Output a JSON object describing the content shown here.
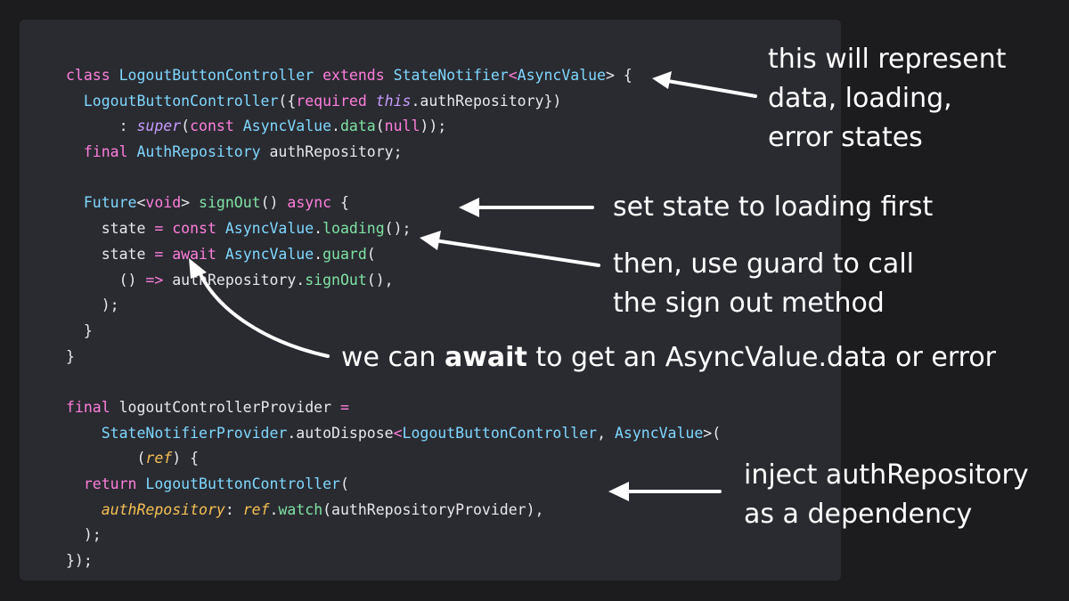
{
  "code_lines": [
    [
      {
        "t": "class ",
        "k": "keyword"
      },
      {
        "t": "LogoutButtonController ",
        "k": "type"
      },
      {
        "t": "extends ",
        "k": "keyword"
      },
      {
        "t": "StateNotifier",
        "k": "type"
      },
      {
        "t": "<",
        "k": "keyword"
      },
      {
        "t": "AsyncValue",
        "k": "type"
      },
      {
        "t": "> {",
        "k": "plain"
      }
    ],
    [
      {
        "t": "  ",
        "k": "plain"
      },
      {
        "t": "LogoutButtonController",
        "k": "type"
      },
      {
        "t": "({",
        "k": "plain"
      },
      {
        "t": "required ",
        "k": "keyword"
      },
      {
        "t": "this",
        "k": "this"
      },
      {
        "t": ".authRepository})",
        "k": "plain"
      }
    ],
    [
      {
        "t": "      : ",
        "k": "plain"
      },
      {
        "t": "super",
        "k": "this"
      },
      {
        "t": "(",
        "k": "plain"
      },
      {
        "t": "const ",
        "k": "keyword"
      },
      {
        "t": "AsyncValue",
        "k": "type"
      },
      {
        "t": ".",
        "k": "plain"
      },
      {
        "t": "data",
        "k": "func"
      },
      {
        "t": "(",
        "k": "plain"
      },
      {
        "t": "null",
        "k": "keyword"
      },
      {
        "t": "));",
        "k": "plain"
      }
    ],
    [
      {
        "t": "  ",
        "k": "plain"
      },
      {
        "t": "final ",
        "k": "keyword"
      },
      {
        "t": "AuthRepository ",
        "k": "type"
      },
      {
        "t": "authRepository;",
        "k": "plain"
      }
    ],
    [],
    [
      {
        "t": "  ",
        "k": "plain"
      },
      {
        "t": "Future",
        "k": "type"
      },
      {
        "t": "<",
        "k": "plain"
      },
      {
        "t": "void",
        "k": "keyword"
      },
      {
        "t": "> ",
        "k": "plain"
      },
      {
        "t": "signOut",
        "k": "func"
      },
      {
        "t": "() ",
        "k": "plain"
      },
      {
        "t": "async ",
        "k": "keyword"
      },
      {
        "t": "{",
        "k": "plain"
      }
    ],
    [
      {
        "t": "    state ",
        "k": "plain"
      },
      {
        "t": "= const ",
        "k": "keyword"
      },
      {
        "t": "AsyncValue",
        "k": "type"
      },
      {
        "t": ".",
        "k": "plain"
      },
      {
        "t": "loading",
        "k": "func"
      },
      {
        "t": "();",
        "k": "plain"
      }
    ],
    [
      {
        "t": "    state ",
        "k": "plain"
      },
      {
        "t": "= await ",
        "k": "keyword"
      },
      {
        "t": "AsyncValue",
        "k": "type"
      },
      {
        "t": ".",
        "k": "plain"
      },
      {
        "t": "guard",
        "k": "func"
      },
      {
        "t": "(",
        "k": "plain"
      }
    ],
    [
      {
        "t": "      () ",
        "k": "plain"
      },
      {
        "t": "=> ",
        "k": "keyword"
      },
      {
        "t": "authRepository.",
        "k": "plain"
      },
      {
        "t": "signOut",
        "k": "func"
      },
      {
        "t": "(),",
        "k": "plain"
      }
    ],
    [
      {
        "t": "    );",
        "k": "plain"
      }
    ],
    [
      {
        "t": "  }",
        "k": "plain"
      }
    ],
    [
      {
        "t": "}",
        "k": "plain"
      }
    ],
    [],
    [
      {
        "t": "final ",
        "k": "keyword"
      },
      {
        "t": "logoutControllerProvider ",
        "k": "plain"
      },
      {
        "t": "=",
        "k": "keyword"
      }
    ],
    [
      {
        "t": "    ",
        "k": "plain"
      },
      {
        "t": "StateNotifierProvider",
        "k": "type"
      },
      {
        "t": ".autoDispose",
        "k": "plain"
      },
      {
        "t": "<",
        "k": "keyword"
      },
      {
        "t": "LogoutButtonController",
        "k": "type"
      },
      {
        "t": ", ",
        "k": "plain"
      },
      {
        "t": "AsyncValue",
        "k": "type"
      },
      {
        "t": ">(",
        "k": "plain"
      }
    ],
    [
      {
        "t": "        (",
        "k": "plain"
      },
      {
        "t": "ref",
        "k": "param"
      },
      {
        "t": ") {",
        "k": "plain"
      }
    ],
    [
      {
        "t": "  ",
        "k": "plain"
      },
      {
        "t": "return ",
        "k": "keyword"
      },
      {
        "t": "LogoutButtonController",
        "k": "type"
      },
      {
        "t": "(",
        "k": "plain"
      }
    ],
    [
      {
        "t": "    ",
        "k": "plain"
      },
      {
        "t": "authRepository",
        "k": "param"
      },
      {
        "t": ": ",
        "k": "plain"
      },
      {
        "t": "ref",
        "k": "param"
      },
      {
        "t": ".",
        "k": "plain"
      },
      {
        "t": "watch",
        "k": "func"
      },
      {
        "t": "(authRepositoryProvider),",
        "k": "plain"
      }
    ],
    [
      {
        "t": "  );",
        "k": "plain"
      }
    ],
    [
      {
        "t": "});",
        "k": "plain"
      }
    ]
  ],
  "annotations": {
    "represent": [
      "this will represent",
      "data, loading,",
      "error states"
    ],
    "loading": "set state to loading first",
    "guard": [
      "then, use guard to call",
      "the sign out method"
    ],
    "await": {
      "prefix": "we can ",
      "bold": "await",
      "suffix": " to get an AsyncValue.data or error"
    },
    "inject": [
      "inject authRepository",
      "as a dependency"
    ]
  },
  "colors": {
    "background": "#1c1c1f",
    "panel": "#2a2b31",
    "keyword": "#ff7edb",
    "type": "#7fd8ff",
    "function": "#7fe3a4",
    "parameter": "#f5c054",
    "this": "#c89cff",
    "text": "#e8e8ec",
    "annotation": "#ffffff"
  }
}
